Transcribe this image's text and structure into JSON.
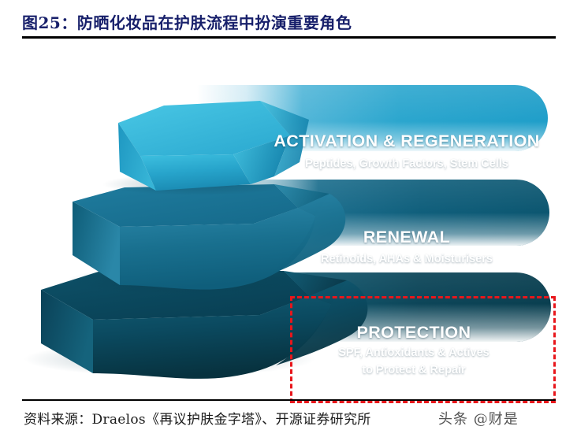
{
  "header": {
    "figure_title": "图25：防晒化妆品在护肤流程中扮演重要角色"
  },
  "footer": {
    "source": "资料来源：Draelos《再议护肤金字塔》、开源证券研究所",
    "watermark": "头条 @财是"
  },
  "diagram": {
    "type": "skincare-pyramid",
    "description": "Three-tier 3D truncated pyramid with labelled banner bars",
    "highlight": {
      "target_tier": "PROTECTION",
      "border_color": "#e8161b",
      "border_style": "dashed"
    },
    "tiers": [
      {
        "id": "activation",
        "level": 1,
        "position": "top",
        "title": "ACTIVATION & REGENERATION",
        "subtitle": "Peptides, Growth Factors, Stem Cells",
        "block_color_top": "#33b0d4",
        "block_color_left": "#1e93bd",
        "block_color_right": "#1787b2",
        "banner_color": "#2ba6ce",
        "highlighted": false
      },
      {
        "id": "renewal",
        "level": 2,
        "position": "middle",
        "title": "RENEWAL",
        "subtitle": "Retinoids, AHAs & Moisturisers",
        "block_color_top": "#1c6f8f",
        "block_color_left": "#11607e",
        "block_color_right": "#2b82a2",
        "banner_color": "#10607d",
        "highlighted": false
      },
      {
        "id": "protection",
        "level": 3,
        "position": "bottom",
        "title": "PROTECTION",
        "subtitle_line1": "SPF, Antioxidants & Actives",
        "subtitle_line2": "to Protect & Repair",
        "block_color_top": "#0b4f66",
        "block_color_left": "#0a465c",
        "block_color_right": "#10384a",
        "banner_color": "#0d4558",
        "highlighted": true
      }
    ]
  }
}
